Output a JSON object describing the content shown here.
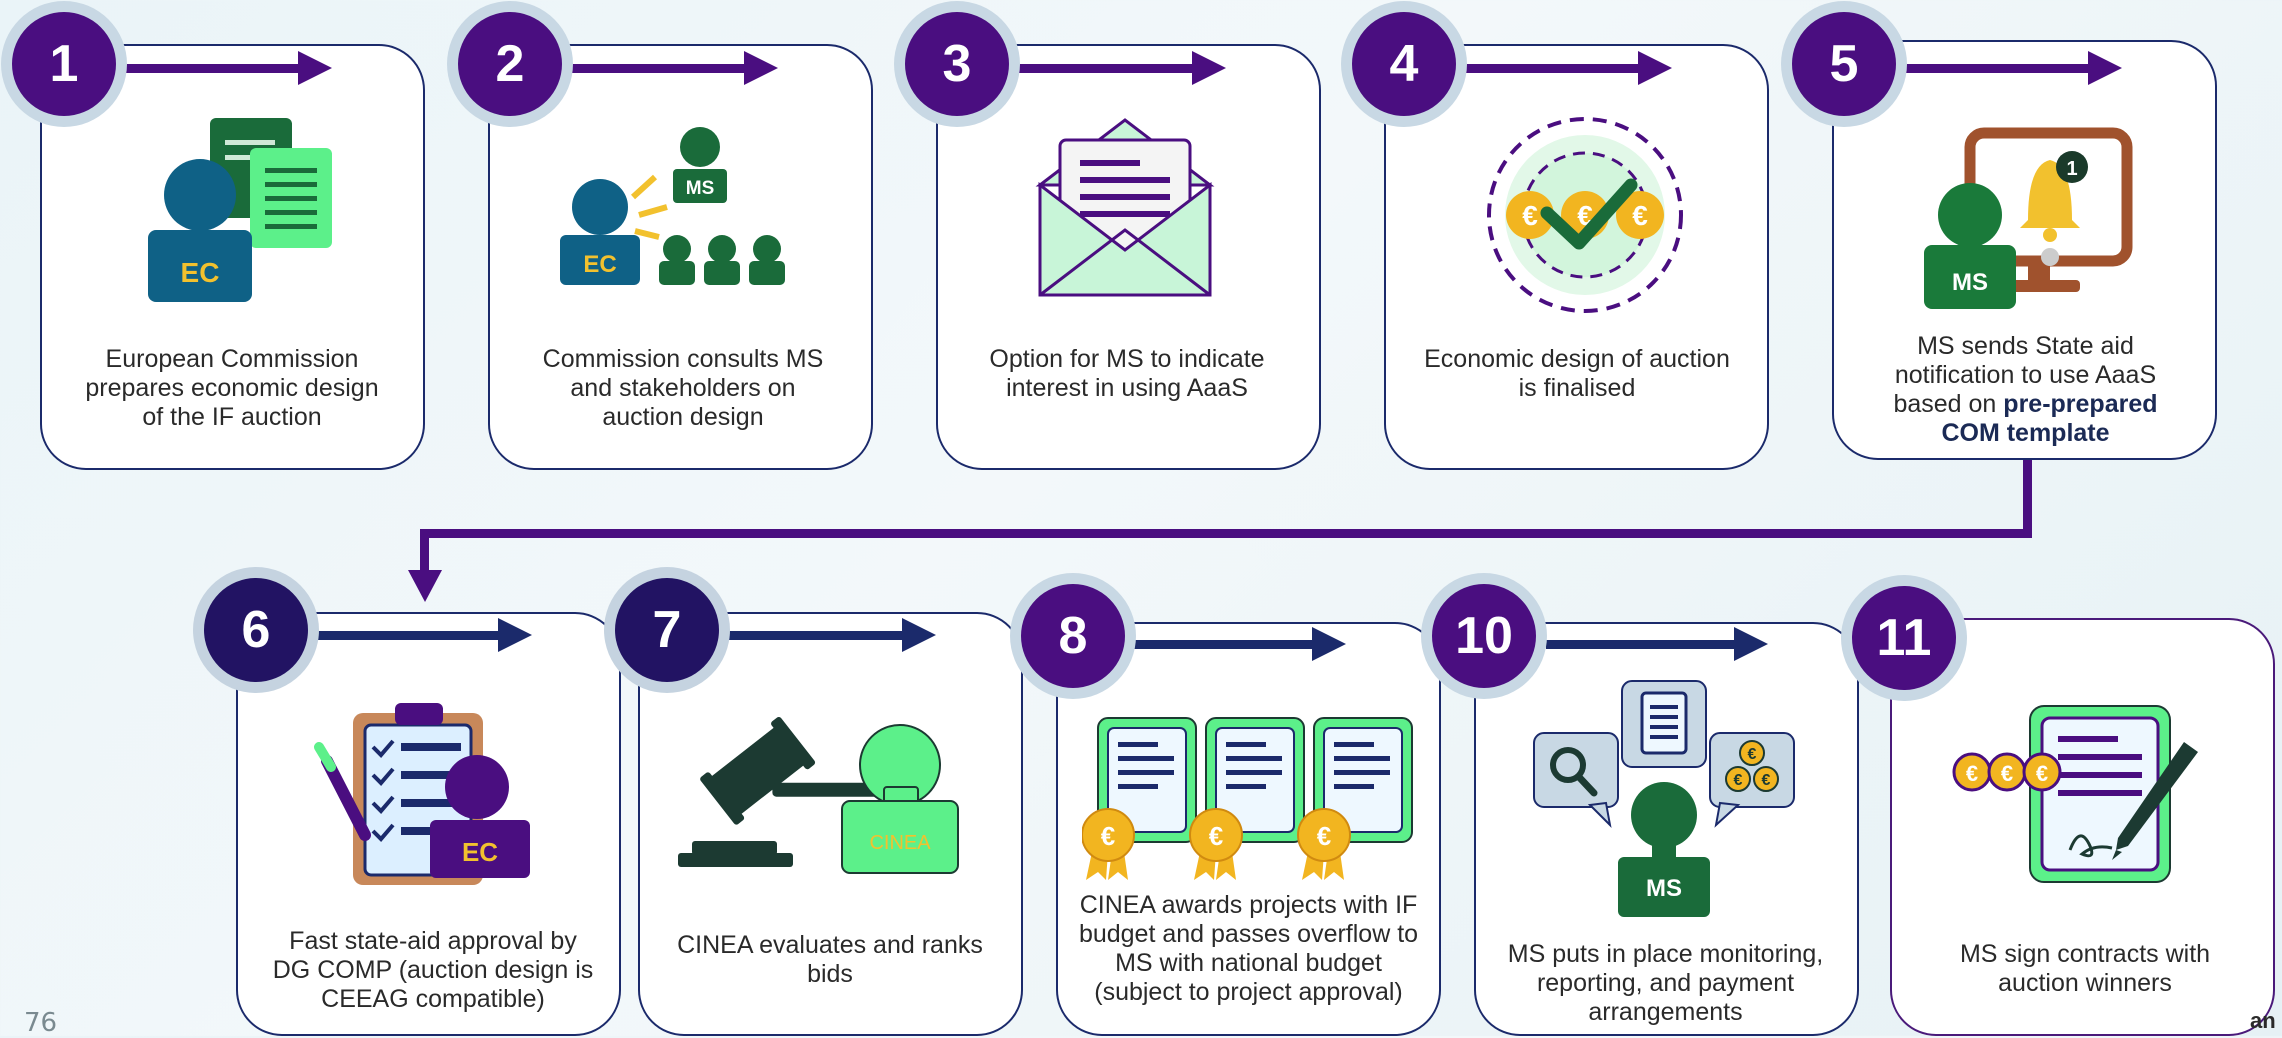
{
  "steps": [
    {
      "number": "1",
      "text": "European Commission prepares economic design of the IF auction"
    },
    {
      "number": "2",
      "text": "Commission consults MS and stakeholders on auction design"
    },
    {
      "number": "3",
      "text": "Option for MS to indicate interest in using AaaS"
    },
    {
      "number": "4",
      "text": "Economic design of auction is finalised"
    },
    {
      "number": "5",
      "text_plain": "MS sends State aid notification to use AaaS based on",
      "text_bold": "pre-prepared COM template"
    },
    {
      "number": "6",
      "text": "Fast state-aid approval by DG COMP (auction design is CEEAG compatible)"
    },
    {
      "number": "7",
      "text": "CINEA evaluates and ranks bids"
    },
    {
      "number": "8",
      "text": "CINEA awards projects with IF budget and passes overflow to MS with national budget (subject to project approval)"
    },
    {
      "number": "10",
      "text": "MS puts in place monitoring, reporting, and payment arrangements"
    },
    {
      "number": "11",
      "text": "MS sign contracts with auction winners"
    }
  ],
  "icon_labels": {
    "ec": "EC",
    "ms": "MS",
    "cinea": "CINEA",
    "bell_count": "1"
  },
  "page_number": "76",
  "corner_text": "an",
  "colors": {
    "badge_purple": "#4a0e80",
    "badge_navy": "#221363",
    "card_border": "#1b2a6b",
    "arrow": "#1b2a6b",
    "connector": "#4a0e80"
  }
}
